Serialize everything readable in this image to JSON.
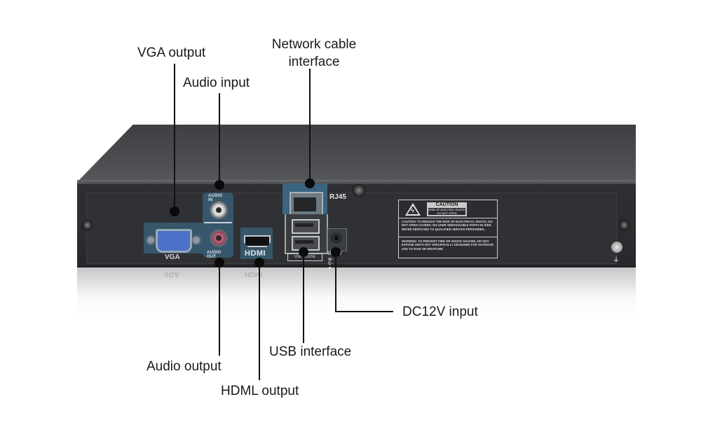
{
  "callouts": {
    "vga_output": "VGA output",
    "audio_input": "Audio input",
    "network_cable_line1": "Network cable",
    "network_cable_line2": "interface",
    "dc12v_input": "DC12V input",
    "usb_interface": "USB interface",
    "audio_output": "Audio output",
    "hdmi_output": "HDML output"
  },
  "panel": {
    "vga": "VGA",
    "audio_in": "AUDIO IN",
    "audio_out": "AUDIO OUT",
    "hdmi": "HDMI",
    "rj45": "RJ45",
    "usb": "USB MOUSE",
    "dc": "DC12V",
    "dc_polarity": "⊖-C-⊕"
  },
  "caution_label": {
    "title": "CAUTION",
    "subtitle1": "RISK OF ELECTRIC SHOCK",
    "subtitle2": "DO NOT OPEN",
    "caution_text": "CAUTION: TO REDUCE THE RISK OF ELECTRICAL SHOCK, DO NOT OPEN COVERS. NO USER SERVICEABLE PARTS IN SIDE. REFER SERVICING TO QUALIFIED SERVICE PERSONNEL.",
    "warning_text": "WARNING: TO PREVENT FIRE OR SHOCK HAZARD, DO NOT EXPOSE UNITS NOT SPECIFICALLY DESIGNED FOR OUTDOOR USE TO RAIN OR MOISTURE"
  },
  "colors": {
    "device_body": "#2d2f33",
    "port_highlight": "#37566a",
    "callout_line": "#111111"
  }
}
